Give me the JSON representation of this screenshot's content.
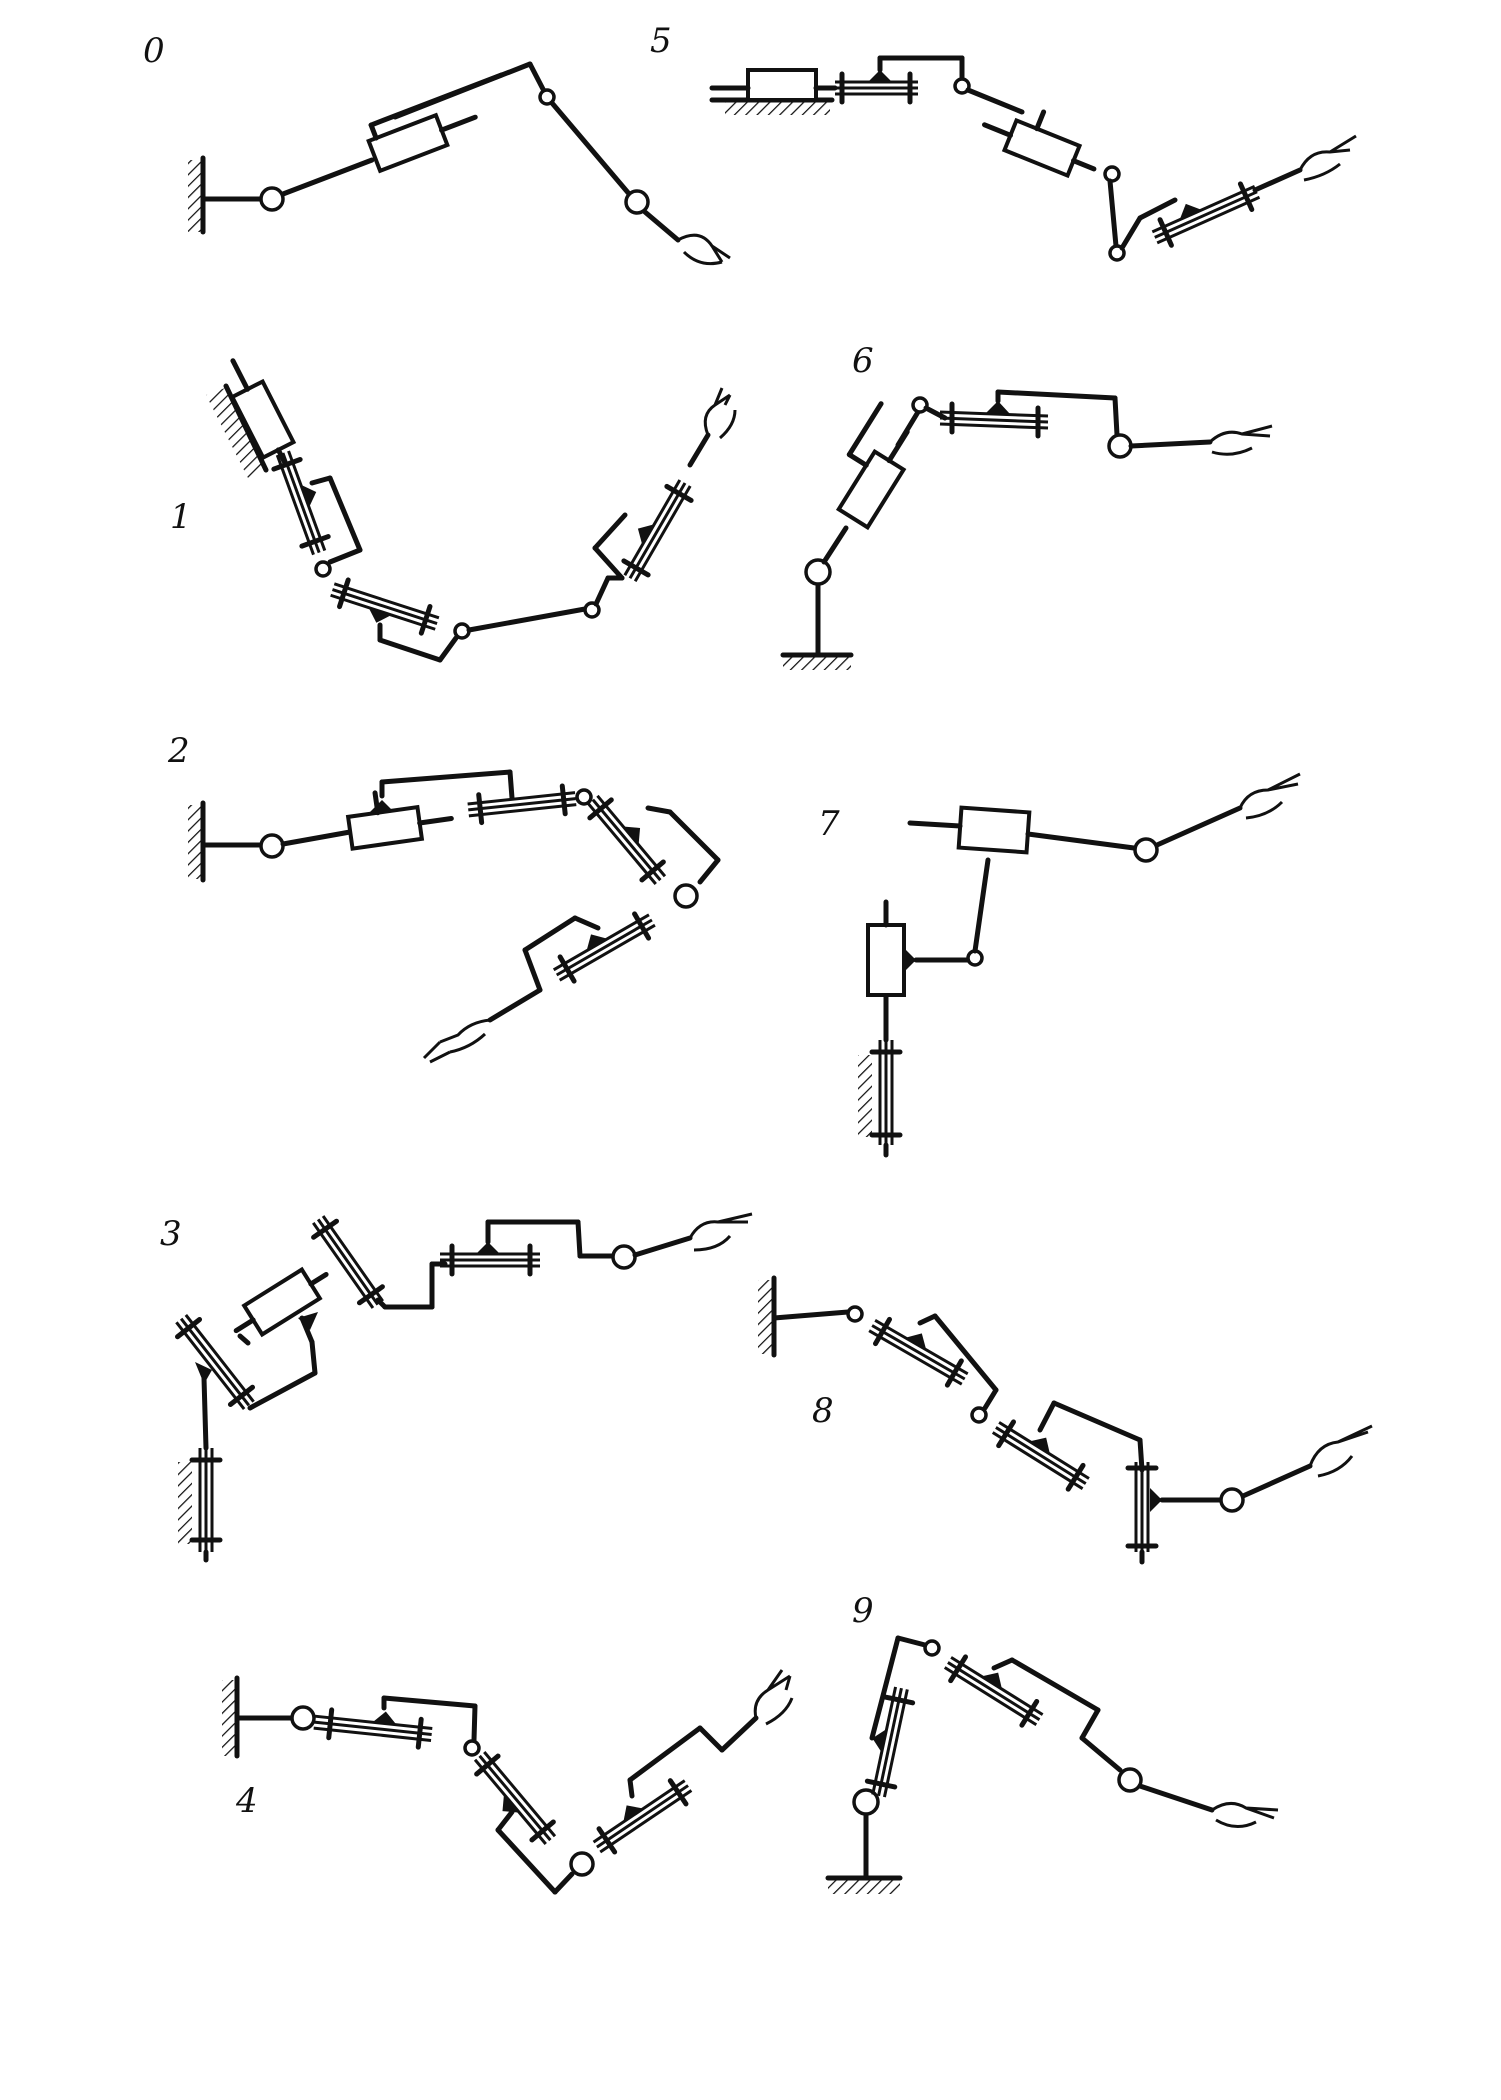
{
  "figure": {
    "schemes": [
      {
        "label": "0"
      },
      {
        "label": "1"
      },
      {
        "label": "2"
      },
      {
        "label": "3"
      },
      {
        "label": "4"
      },
      {
        "label": "5"
      },
      {
        "label": "6"
      },
      {
        "label": "7"
      },
      {
        "label": "8"
      },
      {
        "label": "9"
      }
    ]
  },
  "colors": {
    "ink": "#111111",
    "paper": "#ffffff"
  }
}
